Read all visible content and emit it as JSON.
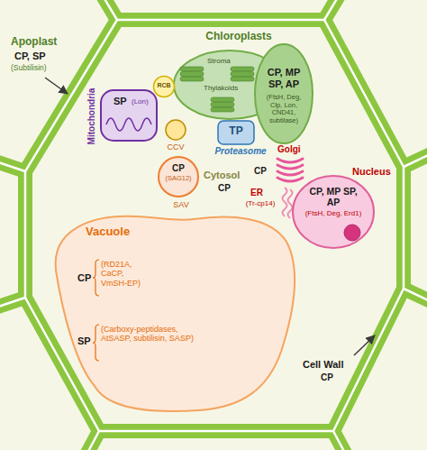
{
  "diagram": {
    "nodes": [
      {
        "text": [
          "Chloroplasts",
          "Stroma",
          "Thylakoids"
        ]
      },
      {
        "text": [
          "CP, MP SP, AP",
          "(FtsH, Deg, Clp, Lon, CND41, subtilase)"
        ]
      },
      {
        "text": [
          "Mitochondria",
          "SP",
          "(Lon)"
        ]
      },
      {
        "text": [
          "RCB"
        ]
      },
      {
        "text": [
          "TP",
          "Proteasome"
        ]
      },
      {
        "text": [
          "CCV"
        ]
      },
      {
        "text": [
          "CP",
          "(SAG12)",
          "SAV"
        ]
      },
      {
        "text": [
          "Golgi",
          "CP"
        ]
      },
      {
        "text": [
          "ER",
          "(Tr-cp14)"
        ]
      },
      {
        "text": [
          "CP, MP SP, AP",
          "(FtsH, Deg, Erd1)",
          "Nucleus"
        ]
      },
      {
        "text": [
          "Vacuole",
          "CP",
          "(RD21A, CaCP, VmSH-EP)",
          "SP",
          "(Carboxy-peptidases, AtSASP, subtilisin, SASP)"
        ]
      }
    ],
    "labels": [
      "Apoplast",
      "CP, SP",
      "(Subtilisin)",
      "Cytosol",
      "CP",
      "Cell Wall",
      "CP"
    ]
  }
}
